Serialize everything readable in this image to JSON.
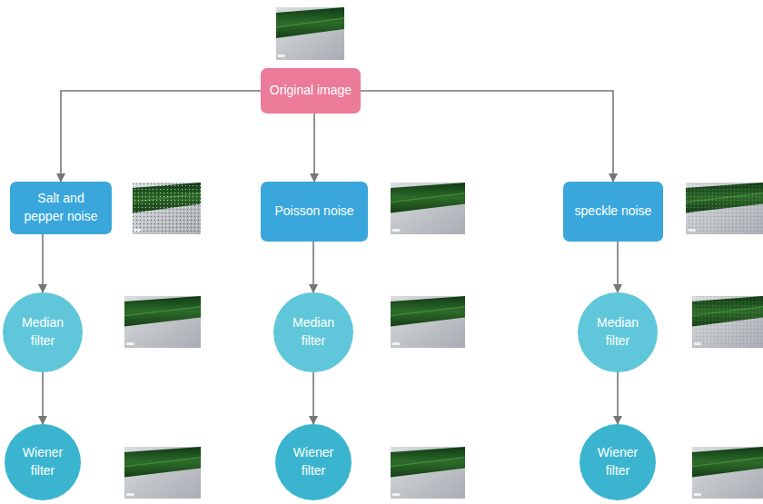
{
  "diagram": {
    "nodes": [
      {
        "text": [
          "Original image"
        ]
      },
      {
        "text": [
          "Salt and pepper noise"
        ]
      },
      {
        "text": [
          "Poisson noise"
        ]
      },
      {
        "text": [
          "speckle noise"
        ]
      },
      {
        "text": [
          "Median filter"
        ]
      },
      {
        "text": [
          "Median filter"
        ]
      },
      {
        "text": [
          "Median filter"
        ]
      },
      {
        "text": [
          "Wiener filter"
        ]
      },
      {
        "text": [
          "Wiener filter"
        ]
      },
      {
        "text": [
          "Wiener filter"
        ]
      }
    ],
    "edges": [
      {
        "from": 0,
        "to": 1,
        "arrow": "to"
      },
      {
        "from": 0,
        "to": 2,
        "arrow": "to"
      },
      {
        "from": 0,
        "to": 3,
        "arrow": "to"
      },
      {
        "from": 1,
        "to": 4,
        "arrow": "to"
      },
      {
        "from": 2,
        "to": 5,
        "arrow": "to"
      },
      {
        "from": 3,
        "to": 6,
        "arrow": "to"
      },
      {
        "from": 4,
        "to": 7,
        "arrow": "to"
      },
      {
        "from": 5,
        "to": 8,
        "arrow": "to"
      },
      {
        "from": 6,
        "to": 9,
        "arrow": "to"
      }
    ]
  }
}
